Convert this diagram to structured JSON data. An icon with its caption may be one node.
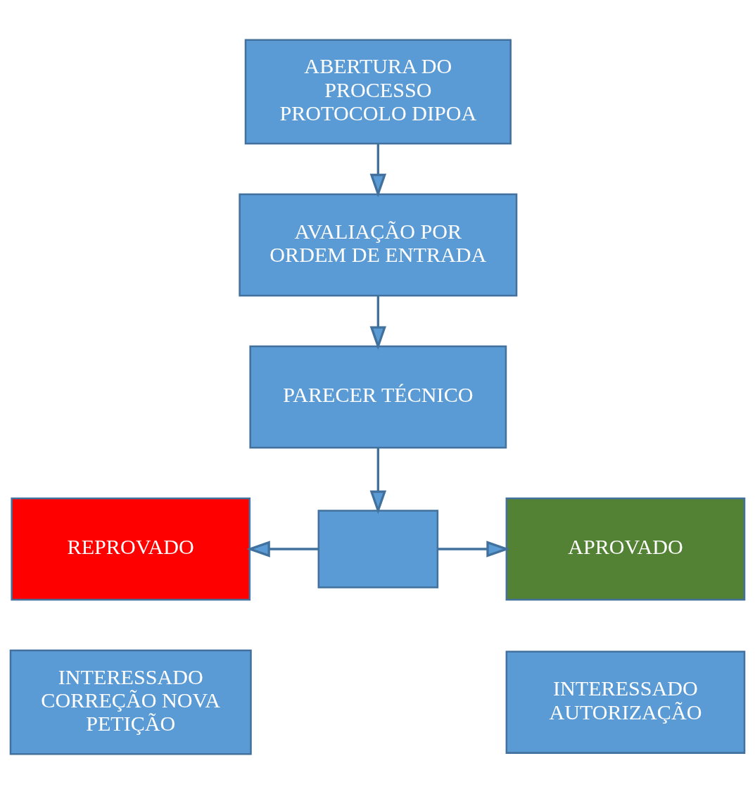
{
  "diagram": {
    "nodes": [
      {
        "text": [
          "ABERTURA DO PROCESSO PROTOCOLO DIPOA"
        ]
      },
      {
        "text": [
          "AVALIAÇÃO POR ORDEM DE ENTRADA"
        ]
      },
      {
        "text": [
          "PARECER TÉCNICO"
        ]
      },
      {
        "text": [],
        "shape": "box"
      },
      {
        "text": [
          "REPROVADO"
        ]
      },
      {
        "text": [
          "INTERESSADO CORREÇÃO NOVA PETIÇÃO"
        ]
      },
      {
        "text": [
          "APROVADO"
        ]
      },
      {
        "text": [
          "INTERESSADO AUTORIZAÇÃO"
        ]
      }
    ],
    "edges": [
      {
        "from": 0,
        "to": 1,
        "arrow": "to"
      },
      {
        "from": 1,
        "to": 2,
        "arrow": "to"
      },
      {
        "from": 2,
        "to": 3,
        "arrow": "to"
      },
      {
        "from": 3,
        "to": 4,
        "arrow": "to"
      },
      {
        "from": 3,
        "to": 6,
        "arrow": "to"
      }
    ]
  }
}
